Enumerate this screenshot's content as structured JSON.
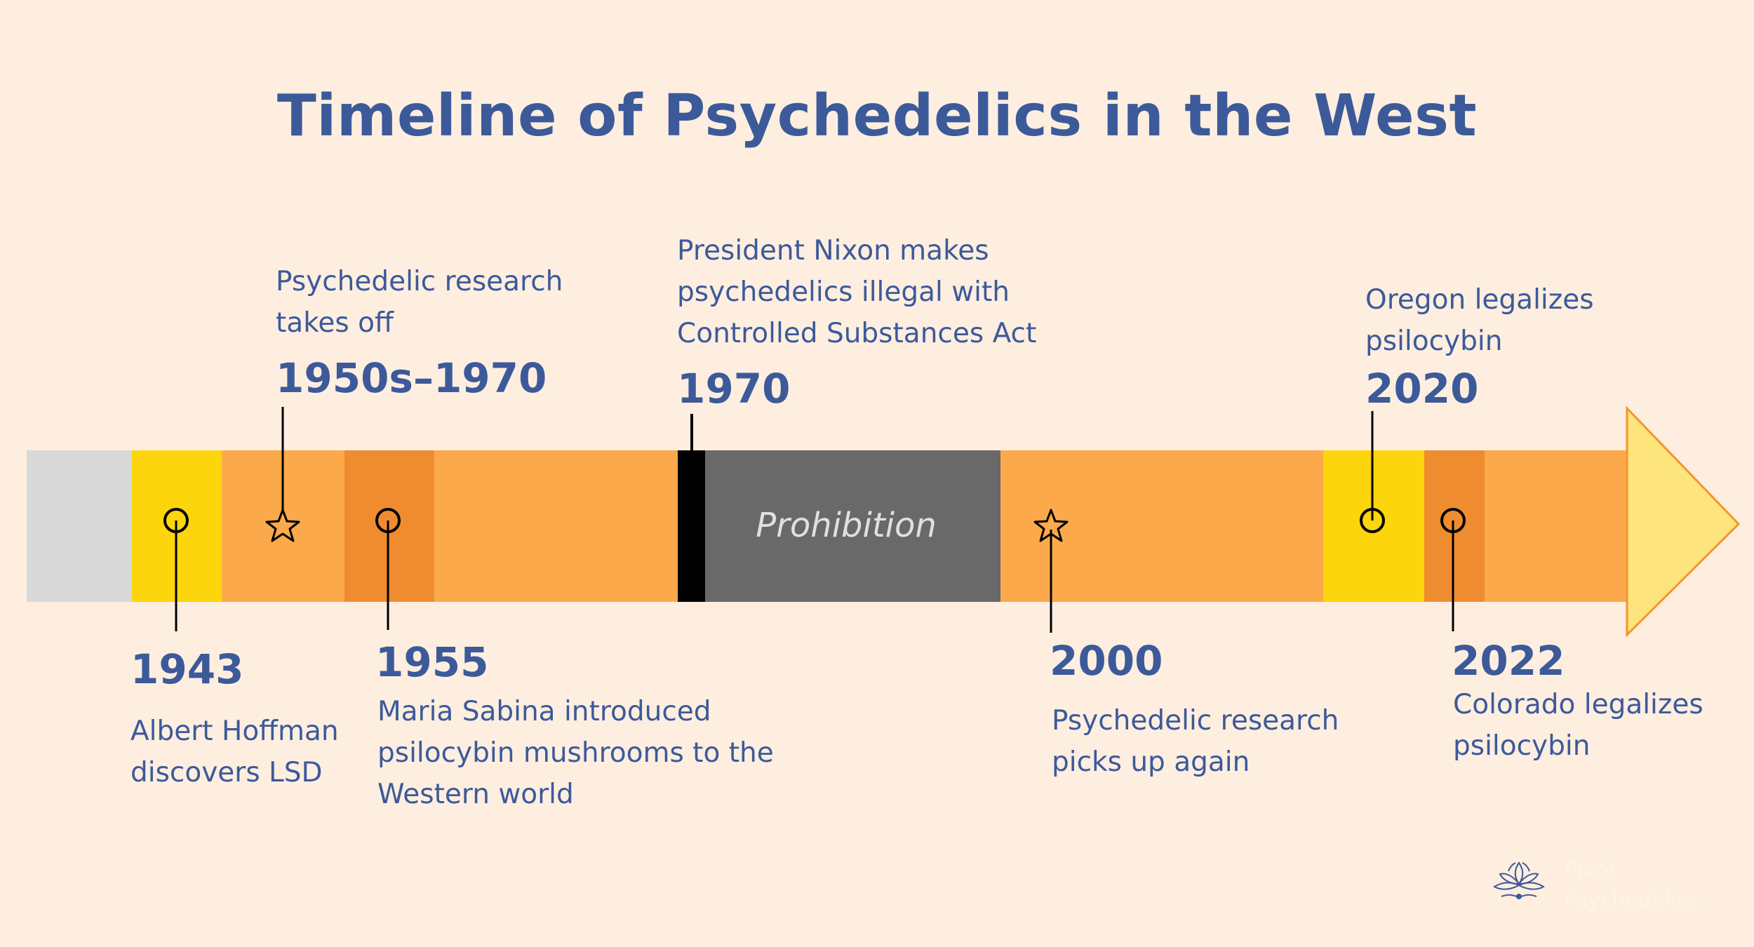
{
  "title": "Timeline of Psychedelics in the West",
  "timeline": {
    "prohibition_label": "Prohibition",
    "events": [
      {
        "year": "1943",
        "lines": [
          "Albert Hoffman",
          "discovers LSD"
        ],
        "marker": "circle"
      },
      {
        "year": "1950s–1970",
        "lines": [
          "Psychedelic research",
          "takes off"
        ],
        "marker": "star"
      },
      {
        "year": "1955",
        "lines": [
          "Maria Sabina introduced",
          "psilocybin mushrooms to the",
          "Western world"
        ],
        "marker": "circle"
      },
      {
        "year": "1970",
        "lines": [
          "President Nixon makes",
          "psychedelics illegal with",
          "Controlled Substances Act"
        ],
        "marker": "line"
      },
      {
        "year": "2000",
        "lines": [
          "Psychedelic research",
          "picks up again"
        ],
        "marker": "star"
      },
      {
        "year": "2020",
        "lines": [
          "Oregon legalizes",
          "psilocybin"
        ],
        "marker": "circle"
      },
      {
        "year": "2022",
        "lines": [
          "Colorado legalizes",
          "psilocybin"
        ],
        "marker": "circle"
      }
    ]
  },
  "logo": {
    "lines": [
      "Pivot",
      "Psychedelics"
    ]
  },
  "colors": {
    "title": "#3c5a9a",
    "background": "#feeee0",
    "bar_orange": "#fca94b",
    "bar_dark_orange": "#ef8c30",
    "bar_yellow": "#fcd50c",
    "bar_gray": "#d9d9d9",
    "prohibition": "#696969",
    "arrow_head": "#fde47c"
  }
}
